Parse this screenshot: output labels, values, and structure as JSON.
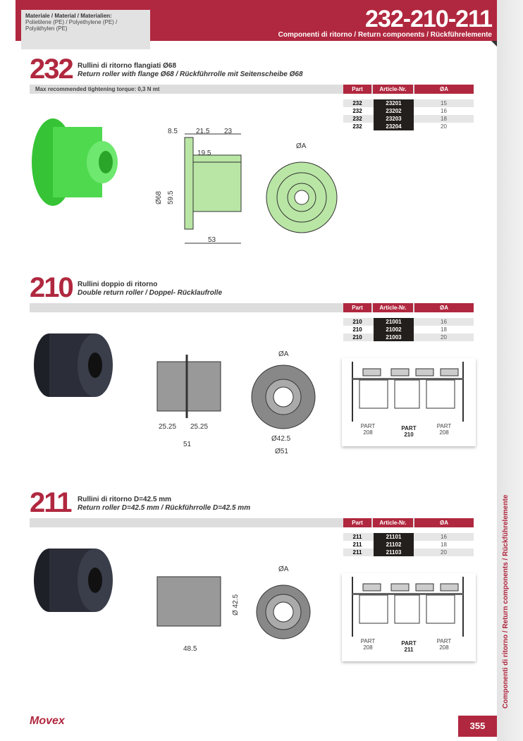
{
  "header": {
    "code": "232-210-211",
    "subtitle": "Componenti di ritorno / Return components / Rückführelemente",
    "material_label": "Materiale / Material / Materialien:",
    "material_value": "Polietilene (PE) / Polyethylene (PE) / Polyäthylen (PE)"
  },
  "side_text": "Componenti di ritorno / Return components / Rückführelemente",
  "table_headers": [
    "Part",
    "Article-Nr.",
    "ØA"
  ],
  "sections": [
    {
      "number": "232",
      "title_it": "Rullini di ritorno flangiati Ø68",
      "title_en": "Return roller with flange Ø68 / Rückführrolle mit Seitenscheibe Ø68",
      "note": "Max recommended tightening torque: 0,3 N mt",
      "rows": [
        [
          "232",
          "23201",
          "15"
        ],
        [
          "232",
          "23202",
          "16"
        ],
        [
          "232",
          "23203",
          "18"
        ],
        [
          "232",
          "23204",
          "20"
        ]
      ],
      "dims": [
        "8.5",
        "21.5",
        "23",
        "19.5",
        "Ø68",
        "59.5",
        "53",
        "ØA"
      ]
    },
    {
      "number": "210",
      "title_it": "Rullini doppio di ritorno",
      "title_en": "Double return roller / Doppel- Rücklaufrolle",
      "note": "",
      "rows": [
        [
          "210",
          "21001",
          "16"
        ],
        [
          "210",
          "21002",
          "18"
        ],
        [
          "210",
          "21003",
          "20"
        ]
      ],
      "dims": [
        "25.25",
        "25.25",
        "51",
        "ØA",
        "Ø42.5",
        "Ø51"
      ],
      "callouts": {
        "left": "PART\n208",
        "center": "PART\n210",
        "right": "PART\n208"
      }
    },
    {
      "number": "211",
      "title_it": "Rullini di ritorno D=42.5 mm",
      "title_en": "Return roller D=42.5 mm / Rückführrolle D=42.5 mm",
      "note": "",
      "rows": [
        [
          "211",
          "21101",
          "16"
        ],
        [
          "211",
          "21102",
          "18"
        ],
        [
          "211",
          "21103",
          "20"
        ]
      ],
      "dims": [
        "48.5",
        "Ø 42.5",
        "ØA"
      ],
      "callouts": {
        "left": "PART\n208",
        "center": "PART\n211",
        "right": "PART\n208"
      }
    }
  ],
  "footer": {
    "brand": "Movex",
    "page": "355"
  },
  "colors": {
    "accent": "#b0283f",
    "green": "#3fd43f",
    "dark": "#231f1c"
  }
}
